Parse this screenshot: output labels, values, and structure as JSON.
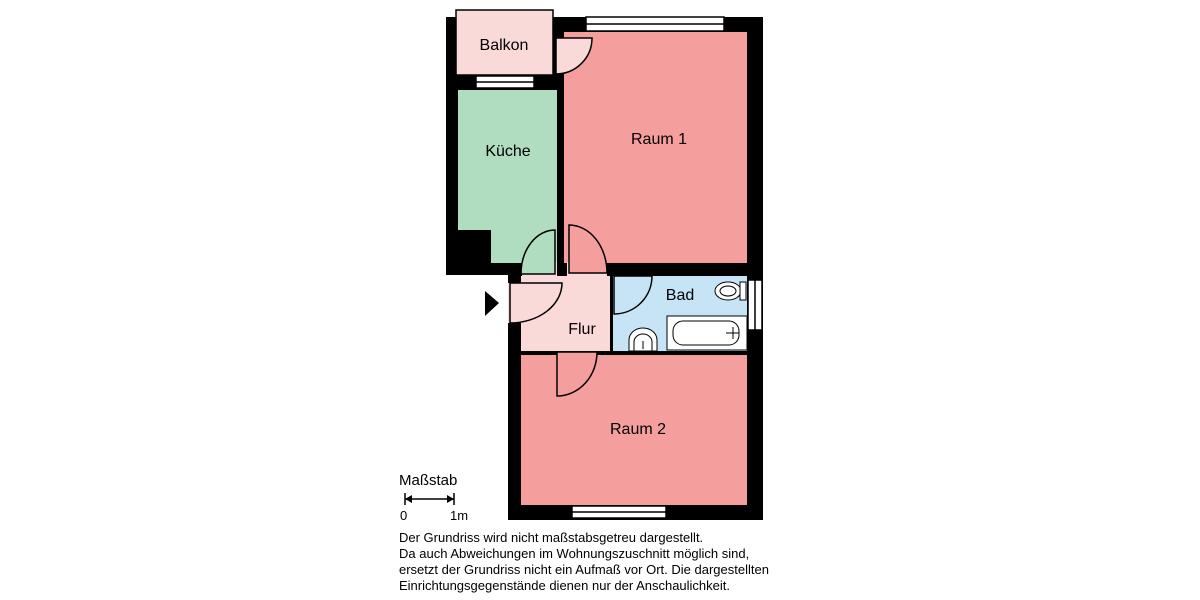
{
  "rooms": {
    "balkon": "Balkon",
    "kueche": "Küche",
    "raum1": "Raum 1",
    "bad": "Bad",
    "flur": "Flur",
    "raum2": "Raum 2"
  },
  "colors": {
    "wall": "#000000",
    "living": "#f59e9e",
    "kitchen": "#b0dcc0",
    "bath": "#c6e4f6",
    "hall": "#fad9d9",
    "balcony": "#fad9d9"
  },
  "scale": {
    "title": "Maßstab",
    "start": "0",
    "end": "1m"
  },
  "entrance_icon": "entrance-arrow-icon",
  "disclaimer": [
    "Der Grundriss wird nicht maßstabsgetreu dargestellt.",
    "Da auch Abweichungen im Wohnungszuschnitt möglich sind,",
    "ersetzt der Grundriss nicht ein Aufmaß vor Ort. Die dargestellten",
    "Einrichtungsgegenstände dienen nur der Anschaulichkeit."
  ]
}
